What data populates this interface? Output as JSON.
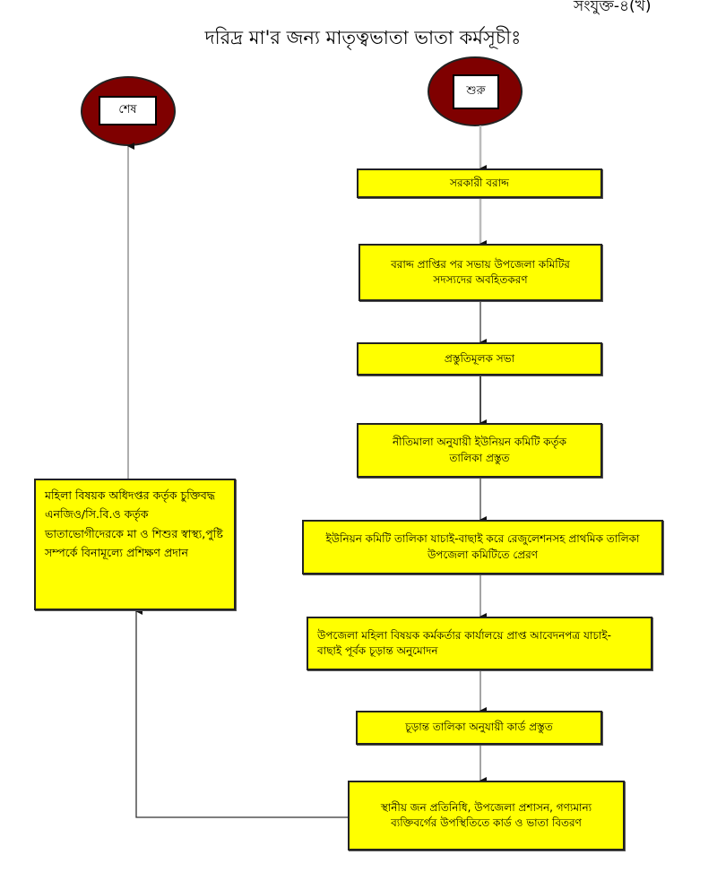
{
  "annex_label": "সংযুক্ত-৪(খ)",
  "title": "দরিদ্র মা'র জন্য মাতৃত্বভাতা ভাতা কর্মসূচীঃ",
  "colors": {
    "terminal": "#7f0000",
    "process": "#ffff00"
  },
  "start": "শুরু",
  "end": "শেষ",
  "steps": [
    "সরকারী বরাদ্দ",
    "বরাদ্দ প্রাপ্তির পর সভায় উপজেলা কমিটির সদস্যদের অবহিতকরণ",
    "প্রস্তুতিমূলক সভা",
    "নীতিমালা অনুযায়ী ইউনিয়ন কমিটি কর্তৃক তালিকা প্রস্তুত",
    "ইউনিয়ন কমিটি তালিকা যাচাই-বাছাই করে রেজুলেশনসহ প্রাথমিক তালিকা উপজেলা কমিটিতে প্রেরণ",
    "উপজেলা মহিলা বিষয়ক কর্মকর্তার কার্যালয়ে প্রাপ্ত আবেদনপত্র যাচাই-বাছাই পূর্বক চূড়ান্ত অনুমোদন",
    "চূড়ান্ত তালিকা অনুযায়ী কার্ড প্রস্তুত",
    "স্থানীয় জন প্রতিনিধি, উপজেলা প্রশাসন, গণ্যমান্য ব্যক্তিবর্গের উপস্থিতিতে কার্ড ও ভাতা বিতরণ"
  ],
  "training_step": "মহিলা বিষয়ক অধিদপ্তর কর্তৃক চুক্তিবদ্ধ এনজিও/সি.বি.ও কর্তৃক ভাতাভোগীদেরকে মা ও শিশুর স্বাস্থ্য,পুষ্টি সম্পর্কে বিনামূল্যে প্রশিক্ষণ প্রদান"
}
